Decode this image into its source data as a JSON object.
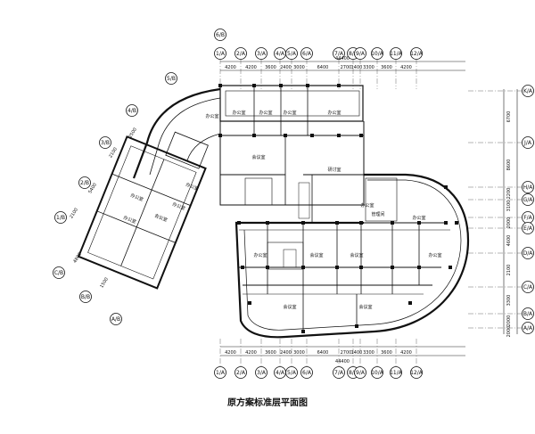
{
  "caption": "原方案标准层平面图",
  "axes_top": [
    "1/A",
    "2/A",
    "3/A",
    "4/A",
    "5/A",
    "6/A",
    "7/A",
    "8/A",
    "9/A",
    "10/A",
    "11/A",
    "12/A"
  ],
  "axes_bottom": [
    "1/A",
    "2/A",
    "3/A",
    "4/A",
    "5/A",
    "6/A",
    "7/A",
    "8/A",
    "9/A",
    "10/A",
    "11/A",
    "12/A"
  ],
  "axis_top_extra": "6/B",
  "axes_right": [
    "K/A",
    "J/A",
    "H/A",
    "G/A",
    "F/A",
    "E/A",
    "D/A",
    "C/A",
    "B/A",
    "A/A"
  ],
  "axes_left": [
    "5/B",
    "4/B",
    "3/B",
    "2/B",
    "1/B",
    "C/B",
    "B/B",
    "A/B"
  ],
  "dims_top": [
    "4200",
    "4200",
    "3600",
    "2400",
    "3000",
    "6400",
    "2700",
    "1400",
    "3300",
    "3600",
    "4200"
  ],
  "dims_bottom": [
    "4200",
    "4200",
    "3600",
    "2400",
    "3000",
    "6400",
    "2700",
    "1400",
    "3300",
    "3600",
    "4200"
  ],
  "total_top": "44400",
  "total_bottom": "44400",
  "dims_right": [
    "6700",
    "8600",
    "2200",
    "3100",
    "2000",
    "4600",
    "2100",
    "3300",
    "2000",
    "2000"
  ],
  "dims_left": [
    "2500",
    "2100",
    "5400",
    "2100",
    "4800",
    "1500"
  ],
  "rooms": [
    "办公室",
    "办公室",
    "办公室",
    "办公室",
    "办公室",
    "会议室",
    "研讨室",
    "办公室",
    "办公室",
    "办公室",
    "办公室",
    "会议室",
    "会议室",
    "会议室",
    "办公室",
    "会议室",
    "会议室",
    "办公室",
    "办公室",
    "管理间",
    "办公室"
  ]
}
